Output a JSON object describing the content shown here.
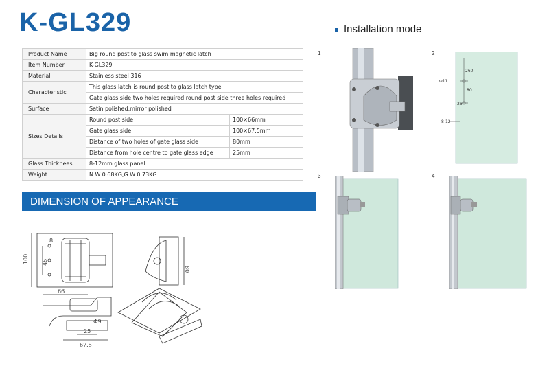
{
  "header": {
    "title": "K-GL329"
  },
  "installation": {
    "label": "Installation mode",
    "steps": [
      "1",
      "2",
      "3",
      "4"
    ]
  },
  "spec": {
    "product_name_label": "Product Name",
    "product_name": "Big round post to glass swim magnetic latch",
    "item_number_label": "Item Number",
    "item_number": "K-GL329",
    "material_label": "Material",
    "material": "Stainless steel 316",
    "characteristic_label": "Characteristic",
    "characteristic_1": "This glass latch is round post to glass latch type",
    "characteristic_2": "Gate glass side two holes required,round   post side three holes required",
    "surface_label": "Surface",
    "surface": "Satin polished,mirror polished",
    "sizes_label": "Sizes Details",
    "sizes": [
      {
        "name": "Round post side",
        "value": "100×66mm"
      },
      {
        "name": "Gate glass side",
        "value": "100×67.5mm"
      },
      {
        "name": "Distance of two holes of gate glass side",
        "value": "80mm"
      },
      {
        "name": "Distance from hole centre to gate glass edge",
        "value": "25mm"
      }
    ],
    "glass_label": "Glass Thicknees",
    "glass": "8-12mm glass panel",
    "weight_label": "Weight",
    "weight": "N.W:0.68KG,G.W:0.73KG"
  },
  "banner": {
    "label": "DIMENSION OF APPEARANCE"
  },
  "dimensions": {
    "d100": "100",
    "d45": "45",
    "d8": "8",
    "d80": "80",
    "d66": "66",
    "d9": "Φ9",
    "d25": "25",
    "d675": "67.5"
  },
  "panel2": {
    "d260": "260",
    "d11": "Φ11",
    "d80": "80",
    "d25": "25",
    "d812": "8-12"
  },
  "colors": {
    "brand_blue": "#1a63a8",
    "banner_blue": "#1769b3",
    "glass": "#cfe8dc"
  }
}
